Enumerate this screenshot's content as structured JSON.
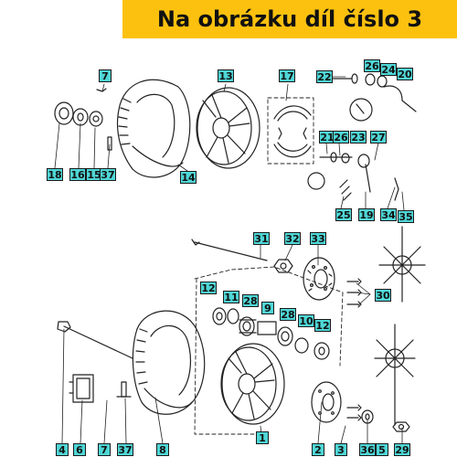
{
  "banner": {
    "text": "Na obrázku díl číslo 3",
    "background_color": "#fcc10f"
  },
  "callout_color": "#4fd6d6",
  "callouts": [
    {
      "id": "7-top",
      "label": "7"
    },
    {
      "id": "13",
      "label": "13"
    },
    {
      "id": "17",
      "label": "17"
    },
    {
      "id": "22",
      "label": "22"
    },
    {
      "id": "26-top",
      "label": "26"
    },
    {
      "id": "24",
      "label": "24"
    },
    {
      "id": "20",
      "label": "20"
    },
    {
      "id": "21",
      "label": "21"
    },
    {
      "id": "26-mid",
      "label": "26"
    },
    {
      "id": "23",
      "label": "23"
    },
    {
      "id": "27",
      "label": "27"
    },
    {
      "id": "18",
      "label": "18"
    },
    {
      "id": "16",
      "label": "16"
    },
    {
      "id": "15",
      "label": "15"
    },
    {
      "id": "37-top",
      "label": "37"
    },
    {
      "id": "14",
      "label": "14"
    },
    {
      "id": "25",
      "label": "25"
    },
    {
      "id": "19",
      "label": "19"
    },
    {
      "id": "34",
      "label": "34"
    },
    {
      "id": "35",
      "label": "35"
    },
    {
      "id": "31",
      "label": "31"
    },
    {
      "id": "32",
      "label": "32"
    },
    {
      "id": "33",
      "label": "33"
    },
    {
      "id": "30",
      "label": "30"
    },
    {
      "id": "12-left",
      "label": "12"
    },
    {
      "id": "11",
      "label": "11"
    },
    {
      "id": "28-left",
      "label": "28"
    },
    {
      "id": "9",
      "label": "9"
    },
    {
      "id": "28-right",
      "label": "28"
    },
    {
      "id": "10",
      "label": "10"
    },
    {
      "id": "12-right",
      "label": "12"
    },
    {
      "id": "4",
      "label": "4"
    },
    {
      "id": "6",
      "label": "6"
    },
    {
      "id": "7-bottom",
      "label": "7"
    },
    {
      "id": "37-bottom",
      "label": "37"
    },
    {
      "id": "8",
      "label": "8"
    },
    {
      "id": "1",
      "label": "1"
    },
    {
      "id": "2",
      "label": "2"
    },
    {
      "id": "3",
      "label": "3"
    },
    {
      "id": "36",
      "label": "36"
    },
    {
      "id": "5",
      "label": "5"
    },
    {
      "id": "29",
      "label": "29"
    }
  ]
}
